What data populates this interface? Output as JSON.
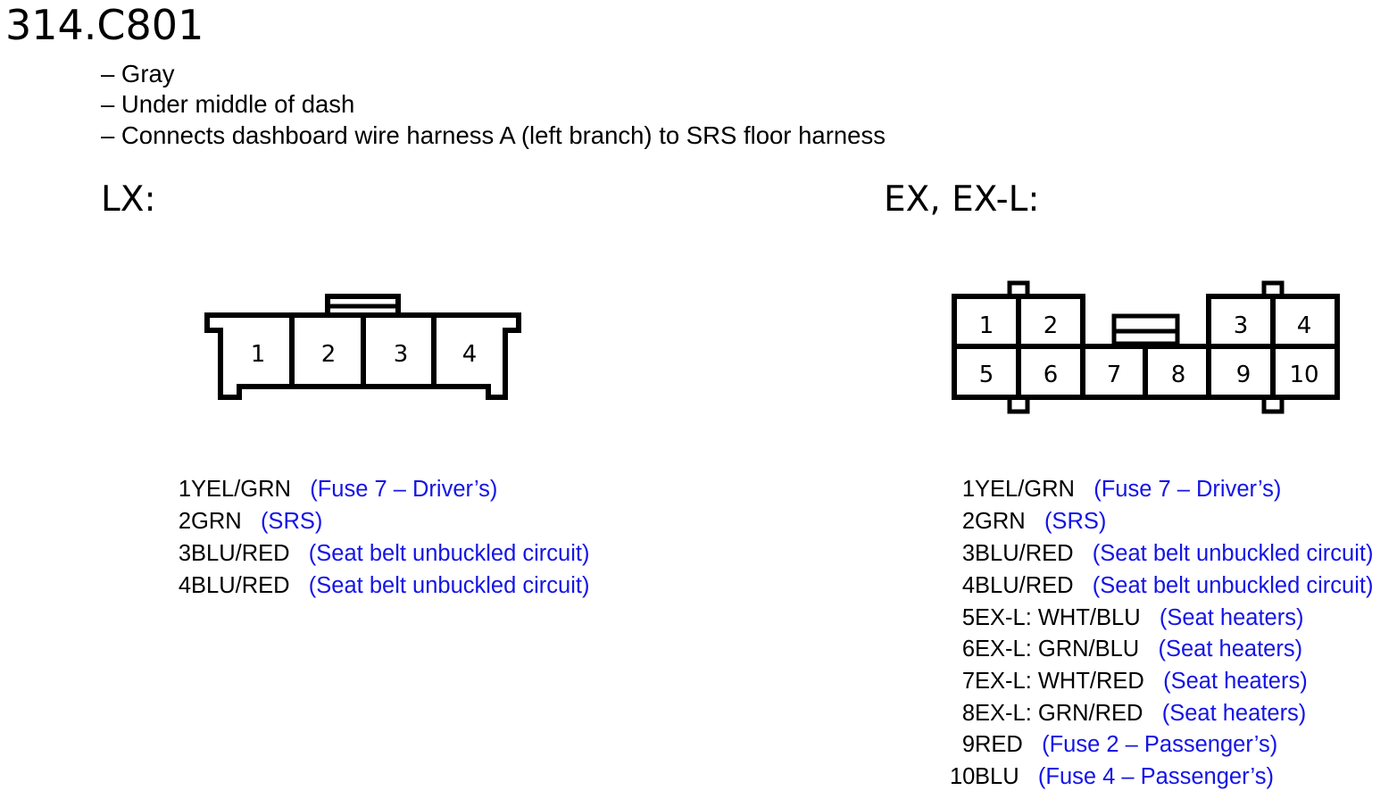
{
  "connector": {
    "id": "314.C801",
    "bullets": [
      "– Gray",
      "– Under middle of dash",
      "– Connects dashboard wire harness A (left branch) to SRS floor harness"
    ]
  },
  "colors": {
    "description": "#1414e6",
    "wire": "#000000"
  },
  "lx": {
    "title": "LX:",
    "cavity_labels": [
      "1",
      "2",
      "3",
      "4"
    ],
    "pins": [
      {
        "num": "1",
        "wire": "YEL/GRN",
        "desc": "(Fuse 7 – Driver’s)"
      },
      {
        "num": "2",
        "wire": "GRN",
        "desc": "(SRS)"
      },
      {
        "num": "3",
        "wire": "BLU/RED",
        "desc": "(Seat belt unbuckled circuit)"
      },
      {
        "num": "4",
        "wire": "BLU/RED",
        "desc": "(Seat belt unbuckled circuit)"
      }
    ]
  },
  "ex": {
    "title": "EX, EX-L:",
    "cavity_labels": [
      "1",
      "2",
      "3",
      "4",
      "5",
      "6",
      "7",
      "8",
      "9",
      "10"
    ],
    "pins": [
      {
        "num": "1",
        "wire": "YEL/GRN",
        "desc": "(Fuse 7 – Driver’s)"
      },
      {
        "num": "2",
        "wire": "GRN",
        "desc": "(SRS)"
      },
      {
        "num": "3",
        "wire": "BLU/RED",
        "desc": "(Seat belt unbuckled circuit)"
      },
      {
        "num": "4",
        "wire": "BLU/RED",
        "desc": "(Seat belt unbuckled circuit)"
      },
      {
        "num": "5",
        "wire": "EX-L: WHT/BLU",
        "desc": "(Seat heaters)"
      },
      {
        "num": "6",
        "wire": "EX-L: GRN/BLU",
        "desc": "(Seat heaters)"
      },
      {
        "num": "7",
        "wire": "EX-L: WHT/RED",
        "desc": "(Seat heaters)"
      },
      {
        "num": "8",
        "wire": "EX-L: GRN/RED",
        "desc": "(Seat heaters)"
      },
      {
        "num": "9",
        "wire": "RED",
        "desc": "(Fuse 2 – Passenger’s)"
      },
      {
        "num": "10",
        "wire": "BLU",
        "desc": "(Fuse 4 – Passenger’s)"
      }
    ]
  }
}
